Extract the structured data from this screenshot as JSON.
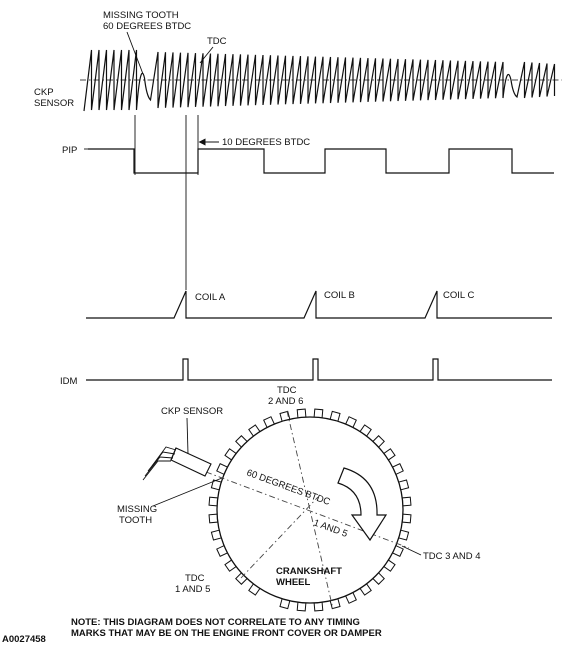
{
  "labels": {
    "missing_tooth_top": "MISSING TOOTH",
    "sixty_deg_btdc_top": "60 DEGREES BTDC",
    "tdc_top": "TDC",
    "ckp_sensor_line1": "CKP",
    "ckp_sensor_line2": "SENSOR",
    "pip": "PIP",
    "ten_deg_btdc": "10 DEGREES BTDC",
    "coil_a": "COIL A",
    "coil_b": "COIL B",
    "coil_c": "COIL C",
    "idm": "IDM",
    "ckp_sensor_wheel": "CKP SENSOR",
    "tdc_2_6_line1": "TDC",
    "tdc_2_6_line2": "2 AND 6",
    "missing_tooth_wheel_line1": "MISSING",
    "missing_tooth_wheel_line2": "TOOTH",
    "sixty_deg_btdc_wheel": "60 DEGREES BTDC",
    "one_and_five_inner": "1 AND 5",
    "tdc_3_4": "TDC 3 AND 4",
    "crankshaft_line1": "CRANKSHAFT",
    "crankshaft_line2": "WHEEL",
    "tdc_1_5_line1": "TDC",
    "tdc_1_5_line2": "1 AND 5",
    "note_line1": "NOTE: THIS DIAGRAM DOES NOT CORRELATE TO ANY TIMING",
    "note_line2": "MARKS THAT MAY BE ON THE ENGINE FRONT COVER OR DAMPER",
    "figure_id": "A0027458"
  }
}
